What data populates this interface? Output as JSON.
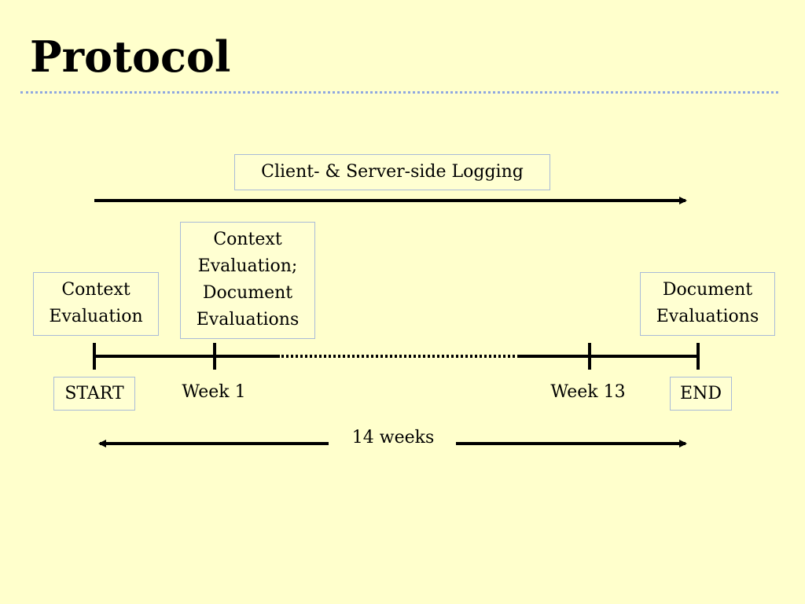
{
  "title": "Protocol",
  "logging_label": "Client- & Server-side Logging",
  "start_box": {
    "line1": "Context",
    "line2": "Evaluation"
  },
  "week1_box": {
    "line1": "Context",
    "line2": "Evaluation;",
    "line3": "Document",
    "line4": "Evaluations"
  },
  "end_box": {
    "line1": "Document",
    "line2": "Evaluations"
  },
  "timeline_labels": {
    "start": "START",
    "week1": "Week 1",
    "week13": "Week 13",
    "end": "END"
  },
  "duration_label": "14 weeks",
  "colors": {
    "background": "#FFFFCC",
    "box_border": "#A9BBD8",
    "title_rule": "#8FA8E0",
    "line": "#000000"
  }
}
